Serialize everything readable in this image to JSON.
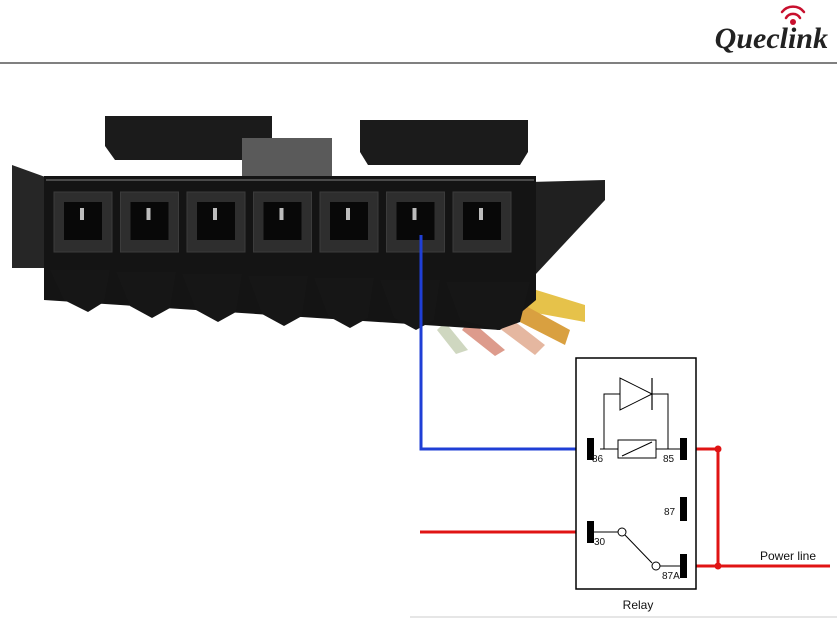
{
  "header": {
    "brand": "Queclink"
  },
  "relay": {
    "pins": {
      "p86": "86",
      "p85": "85",
      "p87": "87",
      "p30": "30",
      "p87a": "87A"
    },
    "caption": "Relay"
  },
  "labels": {
    "power_line": "Power line"
  },
  "connector": {
    "slot_count": 7
  },
  "colors": {
    "brand": "#c8102e",
    "wire_control": "#1f3fd6",
    "wire_power": "#e01414",
    "connector_body": "#141414",
    "divider": "#000000"
  }
}
